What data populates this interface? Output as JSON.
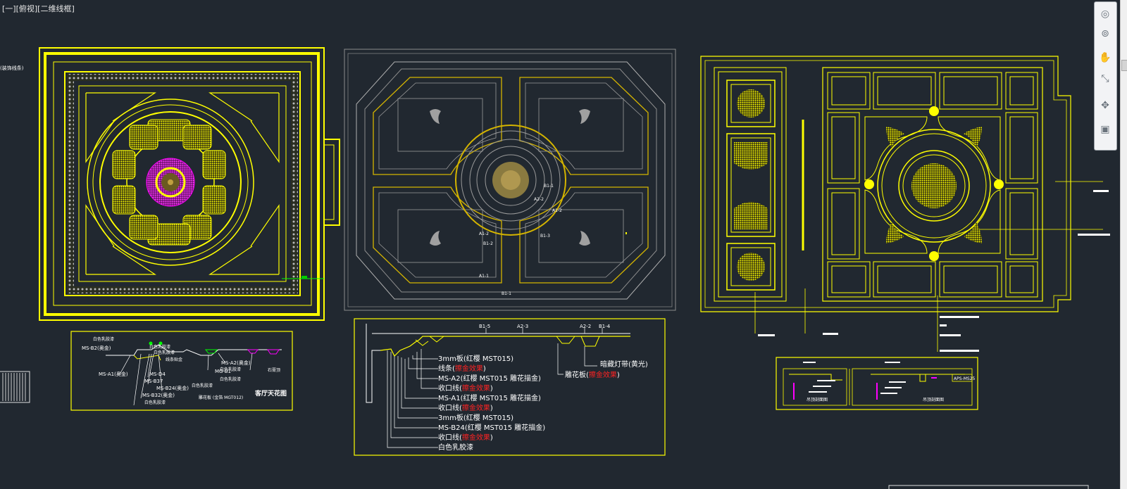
{
  "viewport": {
    "label": "[一][俯视][二维线框]"
  },
  "colors": {
    "background": "#212830",
    "yellow": "#ffff00",
    "gold": "#d4b400",
    "grey": "#8c8c8c",
    "white": "#ffffff",
    "magenta": "#ff00ff",
    "red": "#ff2222"
  },
  "left_strip_label": "(装饰线条)",
  "panel1": {
    "labels": [
      "MS-B2(奥金)",
      "MS-A1(奥金)",
      "MS-D4",
      "MS-B37",
      "MS-B24(奥金)",
      "MS-B32(奥金)",
      "MS-A2(奥金)",
      "MG-B1"
    ],
    "small_notes": [
      "白色乳胶漆",
      "线条贴金",
      "白色乳胶漆",
      "白色乳胶漆",
      "白色乳胶漆",
      "白色乳胶漆",
      "白色乳胶漆",
      "白色乳胶漆",
      "雕花板 (金箔 MGT012)",
      "石膏顶"
    ],
    "title": "客厅天花图"
  },
  "panel2": {
    "plan_labels": [
      "B1-1",
      "A2-2",
      "A1-2",
      "A1-2",
      "B1-3",
      "B1-2",
      "A1-1",
      "B1-1"
    ],
    "section_tags": [
      "B1-5",
      "A2-3",
      "A2-2",
      "B1-4"
    ],
    "notes": [
      {
        "text": "3mm板(红樱 MST015)",
        "red": ""
      },
      {
        "text": "线条(",
        "red": "擦金效果",
        "tail": ")"
      },
      {
        "text": "MS-A2(红樱 MST015 雕花描金)",
        "red": ""
      },
      {
        "text": "收口线(",
        "red": "擦金效果",
        "tail": ")"
      },
      {
        "text": "MS-A1(红樱 MST015 雕花描金)",
        "red": ""
      },
      {
        "text": "收口线(",
        "red": "擦金效果",
        "tail": ")"
      },
      {
        "text": "3mm板(红樱 MST015)",
        "red": ""
      },
      {
        "text": "MS-B24(红樱 MST015 雕花描金)",
        "red": ""
      },
      {
        "text": "收口线(",
        "red": "擦金效果",
        "tail": ")"
      },
      {
        "text": "白色乳胶漆",
        "red": ""
      }
    ],
    "right_notes": {
      "light": "暗藏灯带(黄光)",
      "carve": "雕花板(",
      "carve_red": "擦金效果",
      "carve_tail": ")"
    }
  },
  "panel3": {
    "section_labels": [
      "吊顶剖面图",
      "吊顶剖面图"
    ],
    "tag": "APS-MS25"
  },
  "navbar": {
    "icons": [
      "steering-wheel-icon",
      "orbit-icon",
      "pan-hand-icon",
      "zoom-icon",
      "orbit-3d-icon",
      "showmotion-icon"
    ]
  }
}
